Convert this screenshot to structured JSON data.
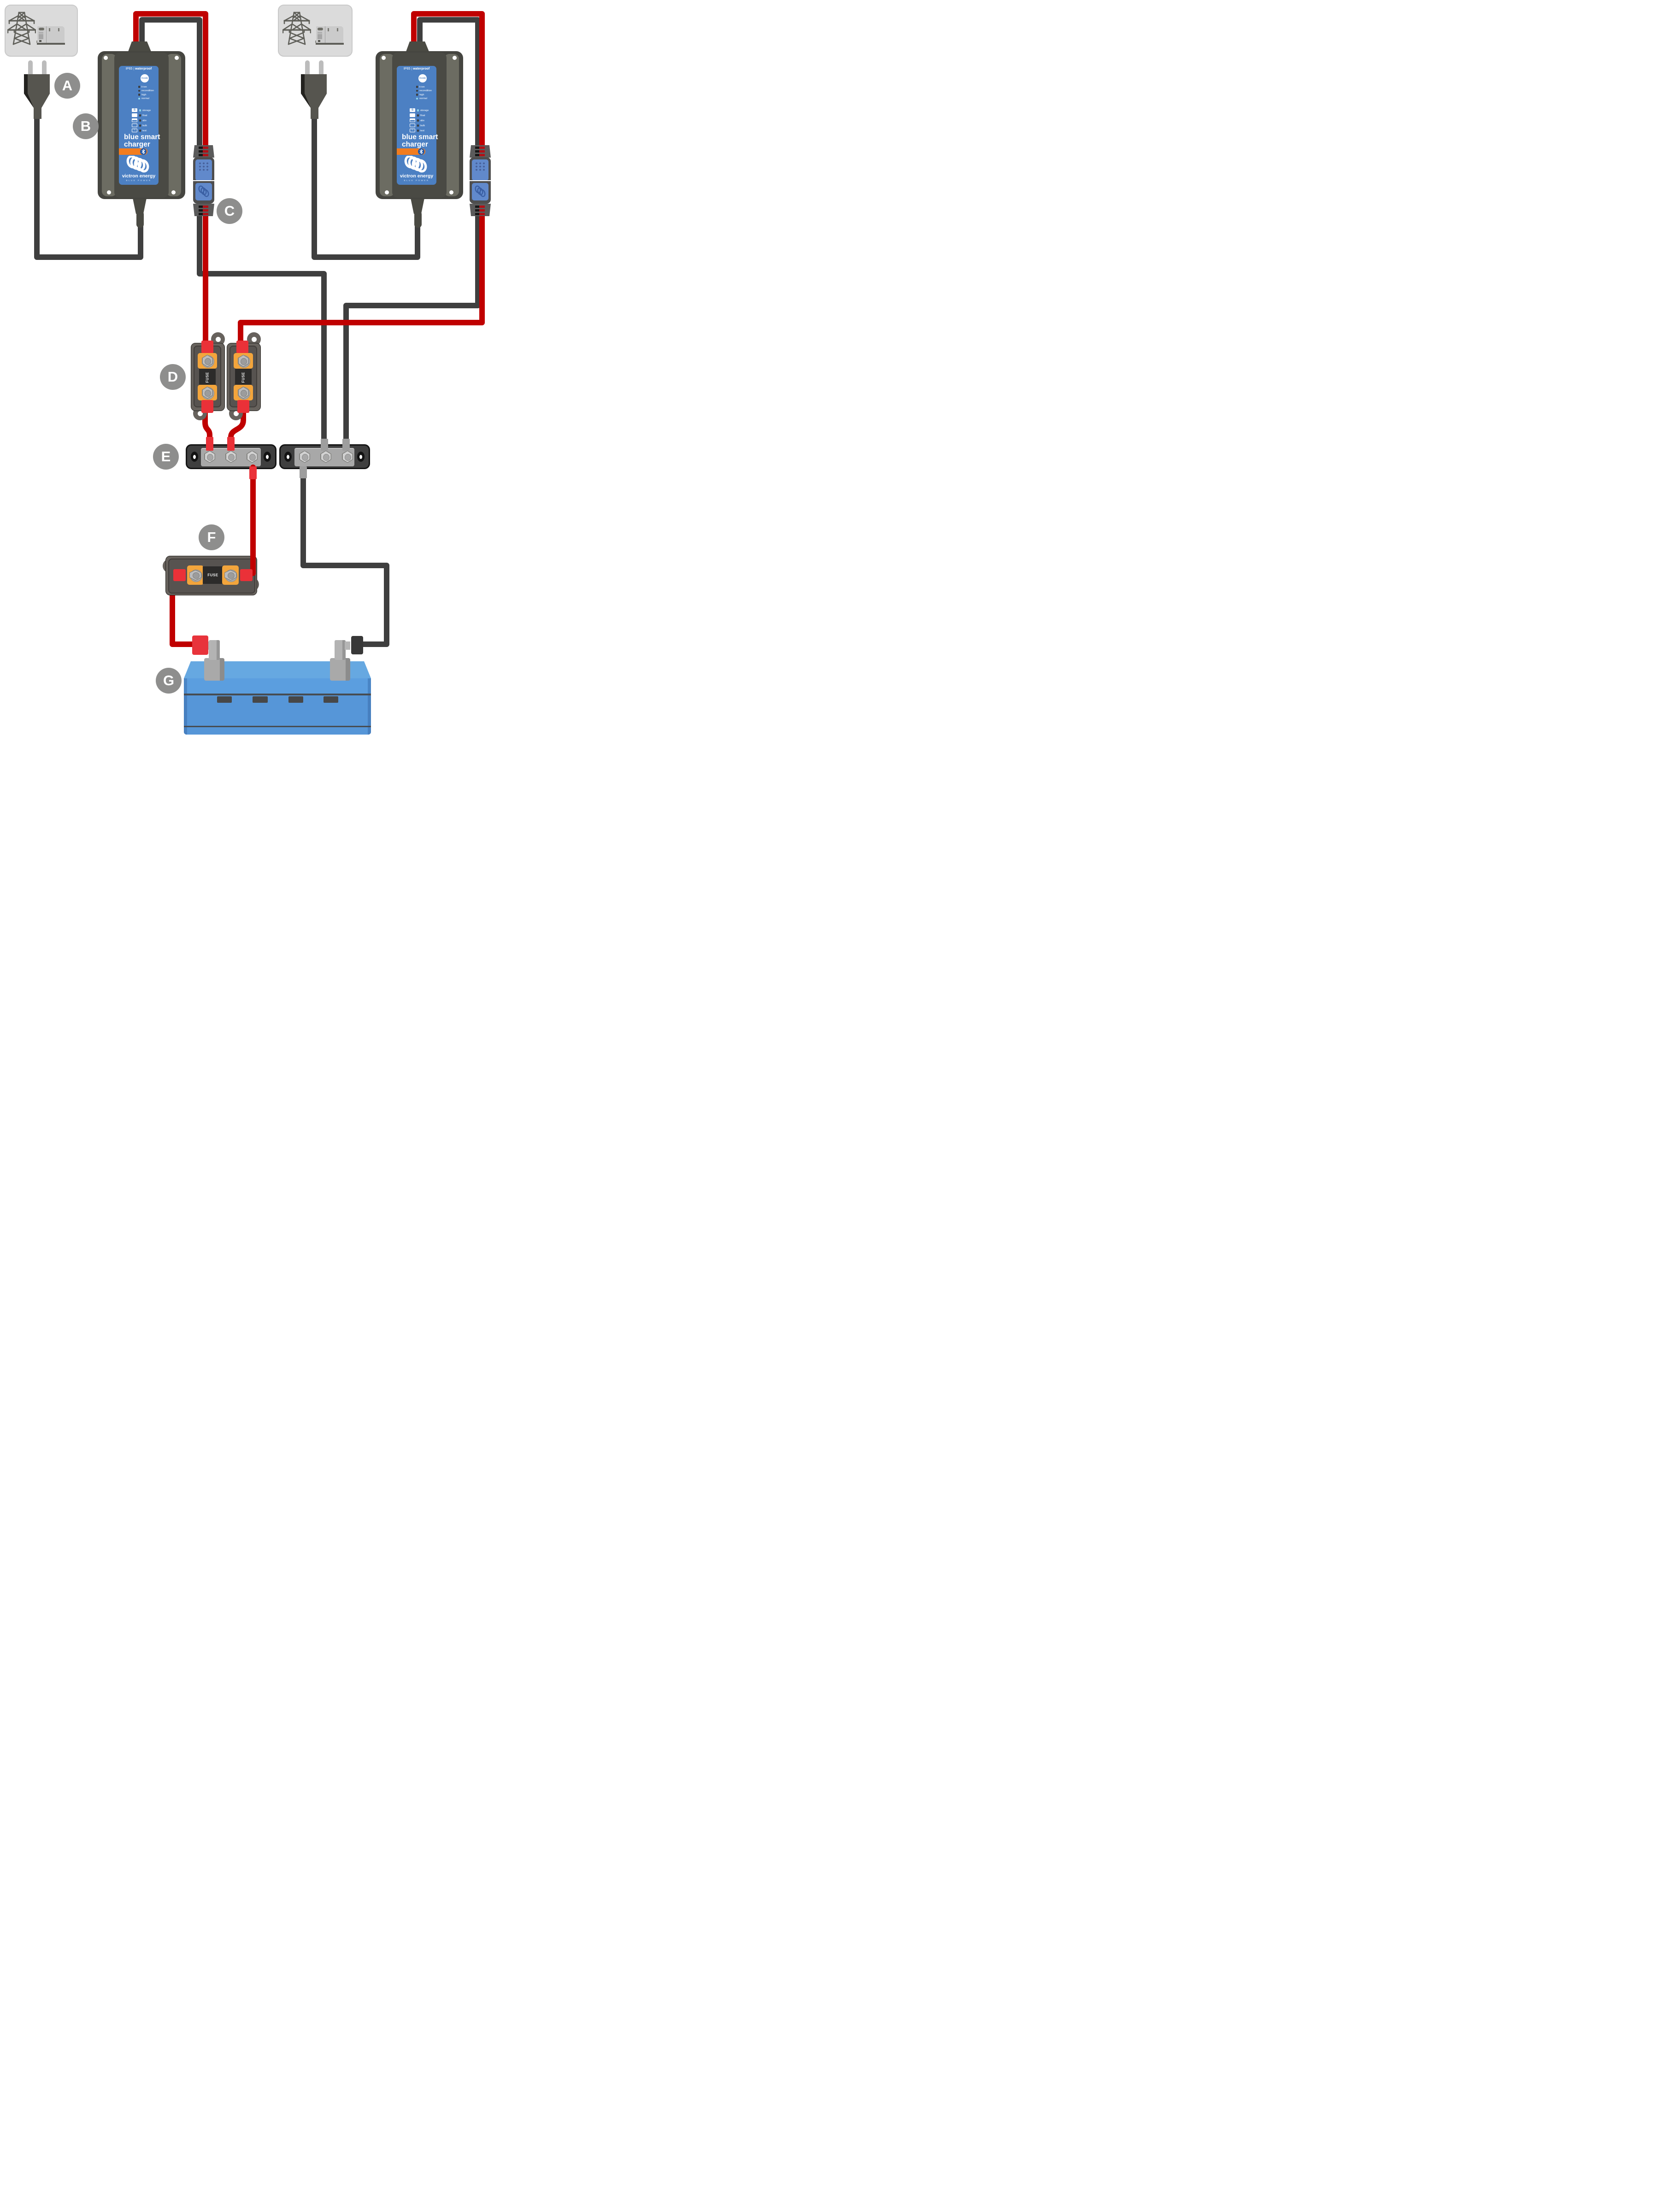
{
  "callouts": {
    "a": "A",
    "b": "B",
    "c": "C",
    "d": "D",
    "e": "E",
    "f": "F",
    "g": "G"
  },
  "charger": {
    "ip_rating": "IP65",
    "separator": "|",
    "waterproof": "waterproof",
    "mode_button": "mode",
    "mode_leds": [
      "li-ion",
      "recondition",
      "high",
      "normal"
    ],
    "state_leds": [
      "storage",
      "float",
      "abs",
      "bulk",
      "test"
    ],
    "title_line1": "blue smart",
    "title_line2": "charger",
    "brand": "victron energy",
    "brand_tagline": "BLUE POWER"
  },
  "fuse_label": "FUSE",
  "colors": {
    "wire_positive": "#c00000",
    "wire_negative": "#3f3f3f",
    "heatshrink_red": "#ea3138",
    "charger_body": "#454540",
    "charger_panel_blue": "#4c80c3",
    "victron_orange": "#f27c1e",
    "bluetooth_blue": "#1d57a9",
    "battery_blue": "#5696d8",
    "battery_top_blue": "#66a8e1",
    "fuse_pad_orange": "#f3a53c",
    "busbar_grey": "#3f3f3f",
    "callout_grey": "#8e8e8d",
    "led_lit_blue": "#8fd9ec",
    "grid_box_grey": "#dbdbdb"
  }
}
